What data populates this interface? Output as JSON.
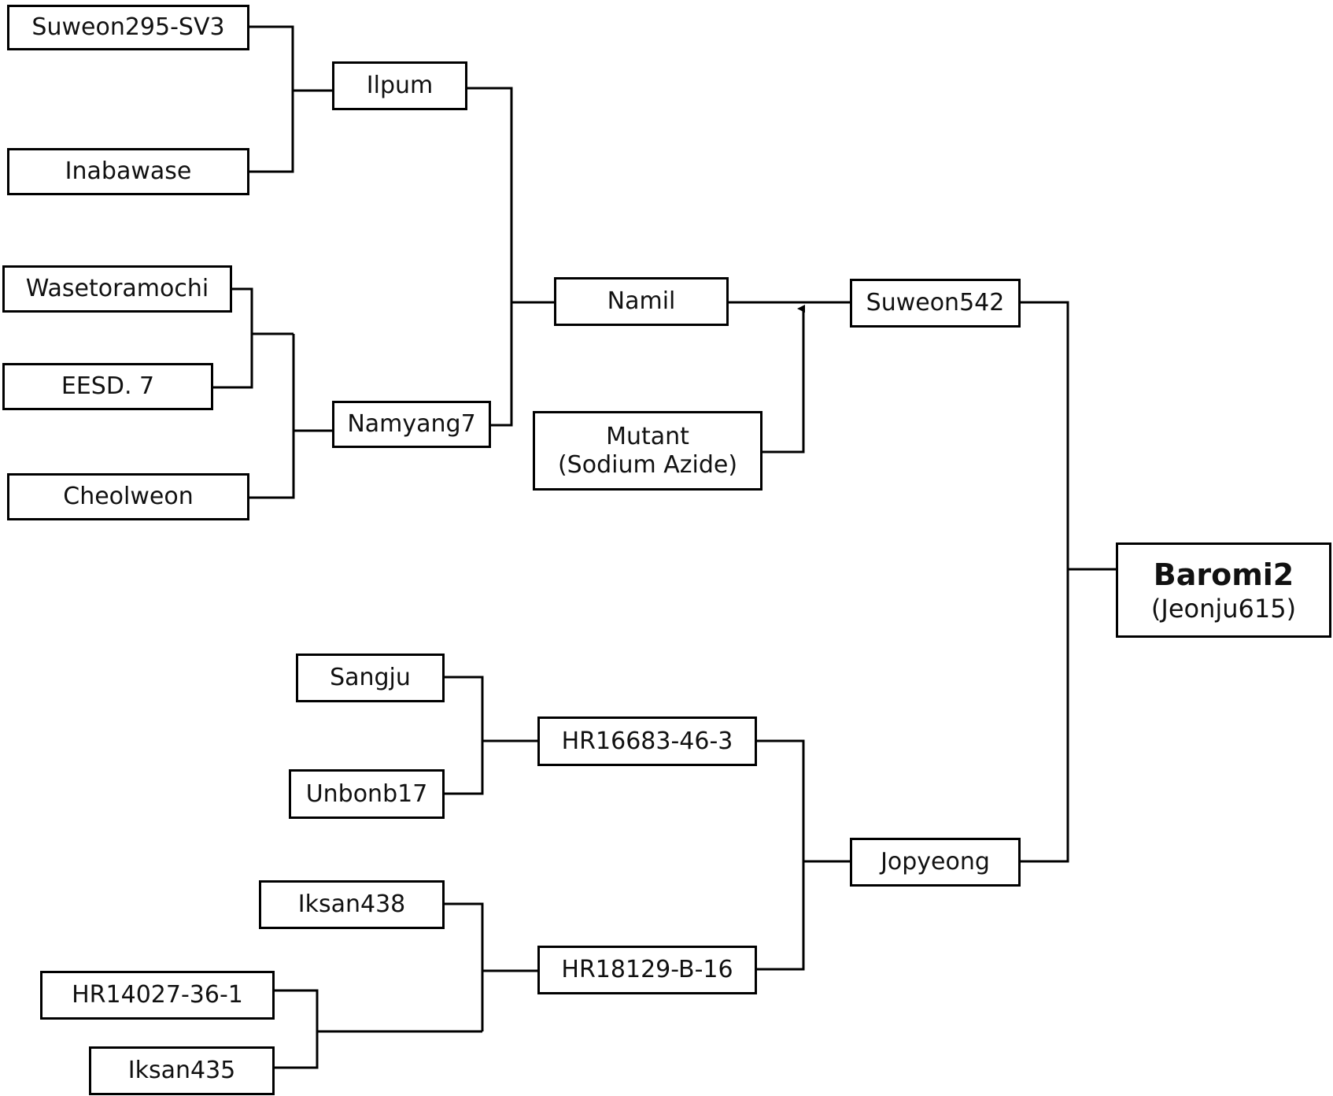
{
  "nodes": {
    "suweon295sv3": "Suweon295-SV3",
    "inabawase": "Inabawase",
    "ilpum": "Ilpum",
    "wasetoramochi": "Wasetoramochi",
    "eesd7": "EESD. 7",
    "cheolweon": "Cheolweon",
    "namyang7": "Namyang7",
    "namil": "Namil",
    "mutant_line1": "Mutant",
    "mutant_line2": "(Sodium Azide)",
    "suweon542": "Suweon542",
    "baromi2_name": "Baromi2",
    "baromi2_alias": "(Jeonju615)",
    "sangju": "Sangju",
    "unbonb17": "Unbonb17",
    "hr16683": "HR16683-46-3",
    "iksan438": "Iksan438",
    "hr14027": "HR14027-36-1",
    "iksan435": "Iksan435",
    "hr18129": "HR18129-B-16",
    "jopyeong": "Jopyeong"
  },
  "colors": {
    "line": "#000000",
    "box_border": "#000000",
    "text": "#111111",
    "background": "#ffffff"
  }
}
